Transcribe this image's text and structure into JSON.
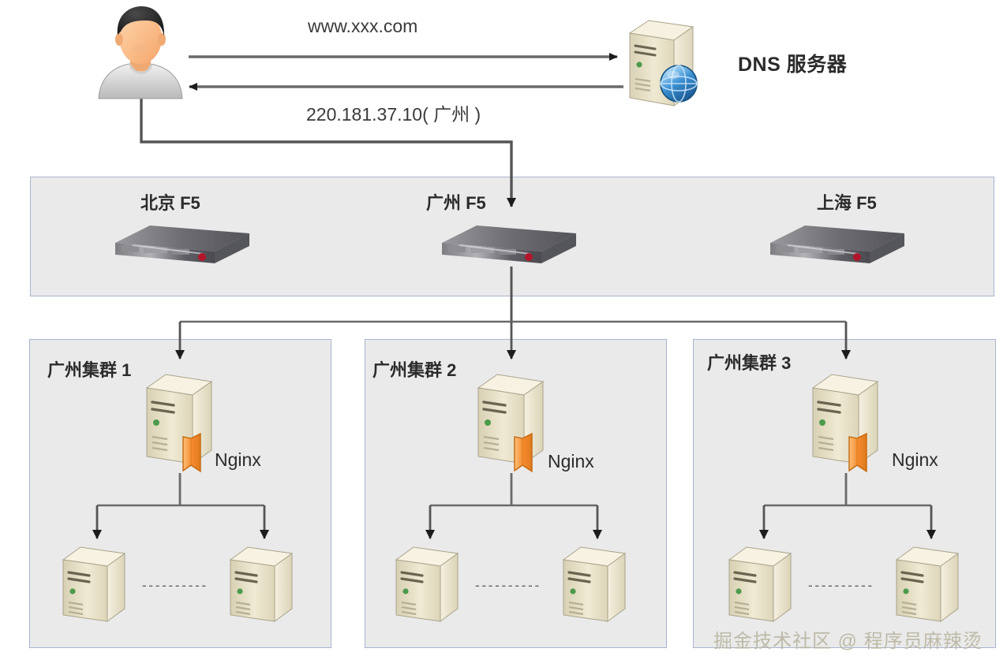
{
  "diagram": {
    "title_nodes": {
      "dns_label": "DNS 服务器",
      "request_label": "www.xxx.com",
      "response_label": "220.181.37.10( 广州 )"
    },
    "f5_band": {
      "items": [
        {
          "label": "北京 F5",
          "icon": "rack-appliance-icon"
        },
        {
          "label": "广州 F5",
          "icon": "rack-appliance-icon"
        },
        {
          "label": "上海 F5",
          "icon": "rack-appliance-icon"
        }
      ]
    },
    "clusters": [
      {
        "label": "广州集群 1",
        "proxy": {
          "label": "Nginx",
          "icon": "server-tower-nginx-icon"
        },
        "backends": [
          {
            "icon": "server-tower-icon"
          },
          {
            "icon": "server-tower-icon"
          }
        ],
        "ellipsis": "- - - - - - - - - -"
      },
      {
        "label": "广州集群 2",
        "proxy": {
          "label": "Nginx",
          "icon": "server-tower-nginx-icon"
        },
        "backends": [
          {
            "icon": "server-tower-icon"
          },
          {
            "icon": "server-tower-icon"
          }
        ],
        "ellipsis": "- - - - - - - - - -"
      },
      {
        "label": "广州集群 3",
        "proxy": {
          "label": "Nginx",
          "icon": "server-tower-nginx-icon"
        },
        "backends": [
          {
            "icon": "server-tower-icon"
          },
          {
            "icon": "server-tower-icon"
          }
        ],
        "ellipsis": "- - - - - - - - - -"
      }
    ],
    "user": {
      "icon": "user-avatar-icon"
    },
    "watermark": "掘金技术社区 @ 程序员麻辣烫",
    "colors": {
      "band_fill": "#eaeaea",
      "band_border": "#a8b4d0",
      "arrow": "#555555",
      "nginx_accent": "#f08a33",
      "server_body": "#e9e2c8",
      "watermark": "#b9b49f"
    }
  }
}
